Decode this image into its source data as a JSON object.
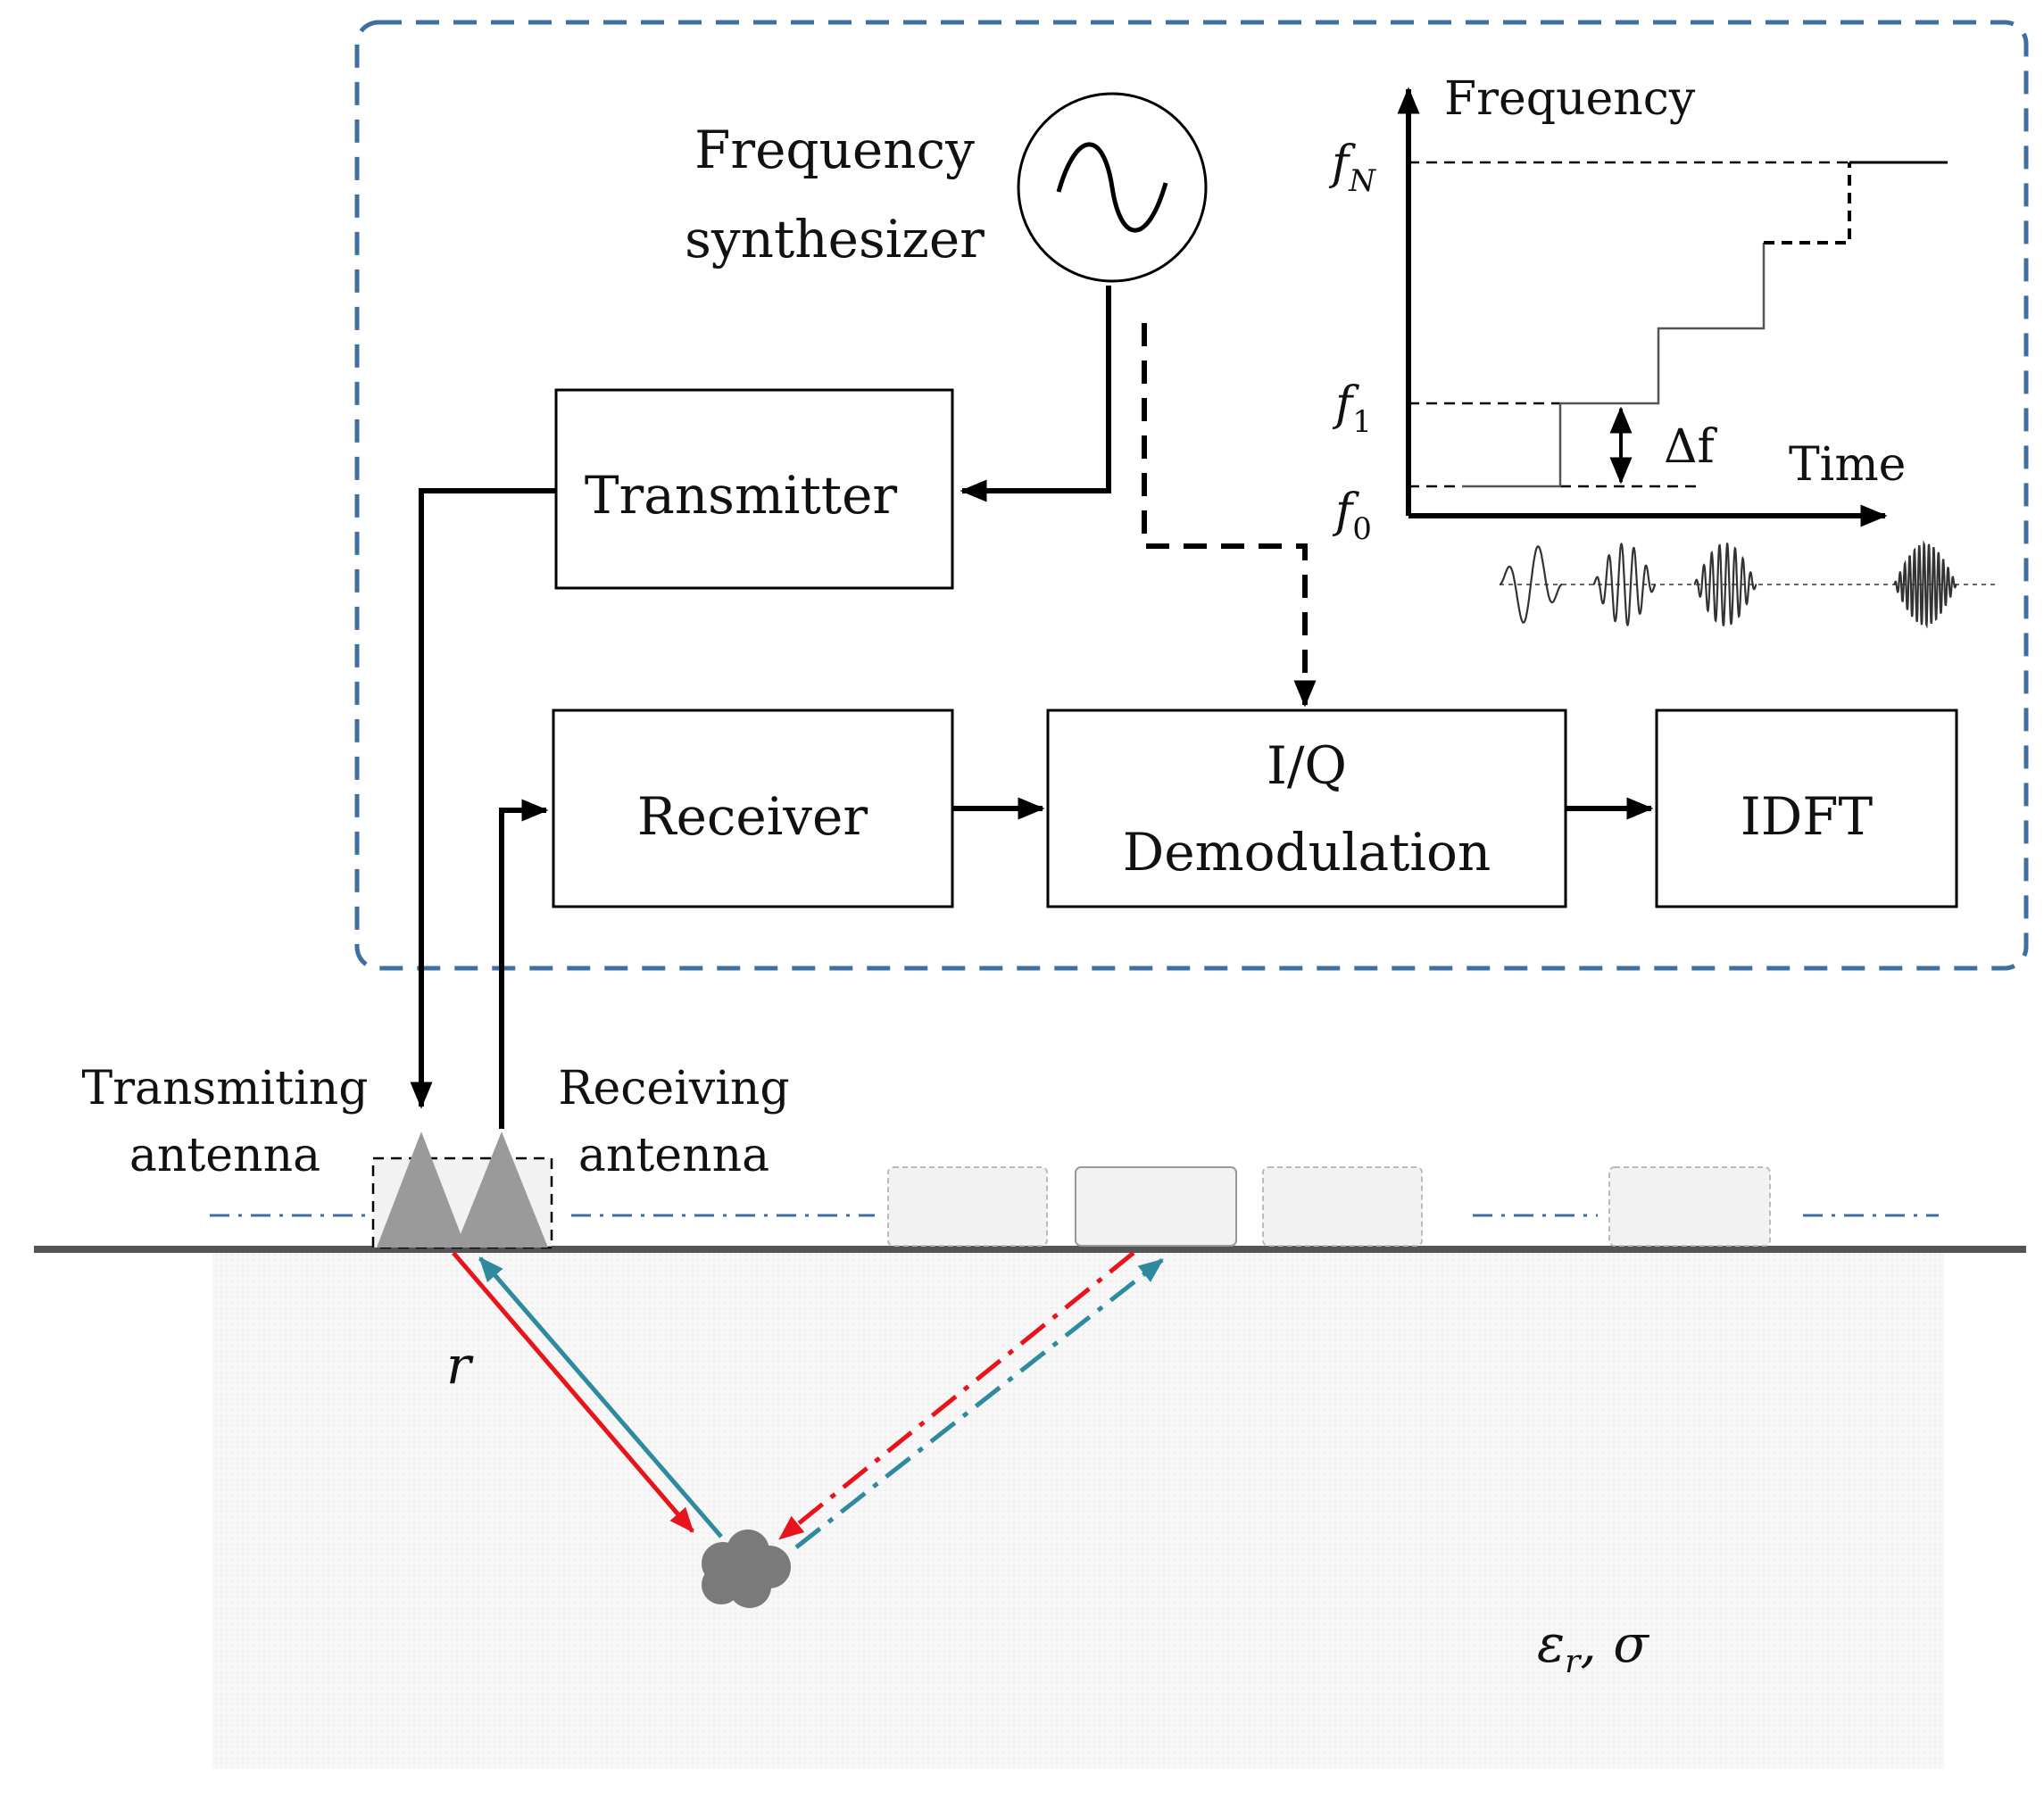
{
  "blocks": {
    "synthesizer_line1": "Frequency",
    "synthesizer_line2": "synthesizer",
    "transmitter": "Transmitter",
    "receiver": "Receiver",
    "iq_line1": "I/Q",
    "iq_line2": "Demodulation",
    "idft": "IDFT"
  },
  "inset": {
    "y_axis_label": "Frequency",
    "x_axis_label": "Time",
    "f_N": "f",
    "f_N_sub": "N",
    "f_1": "f",
    "f_1_sub": "1",
    "f_0": "f",
    "f_0_sub": "0",
    "delta_f": "Δf"
  },
  "antennas": {
    "transmit_line1": "Transmiting",
    "transmit_line2": "antenna",
    "receive_line1": "Receiving",
    "receive_line2": "antenna"
  },
  "ground": {
    "range_label": "r",
    "medium_label": "ε",
    "medium_sub": "r",
    "medium_rest": ", σ"
  },
  "colors": {
    "frame": "#3f6fa0",
    "incident": "#e8141c",
    "reflected": "#2f8aa0",
    "antenna": "#9a9a9a",
    "target": "#7a7a7a"
  }
}
